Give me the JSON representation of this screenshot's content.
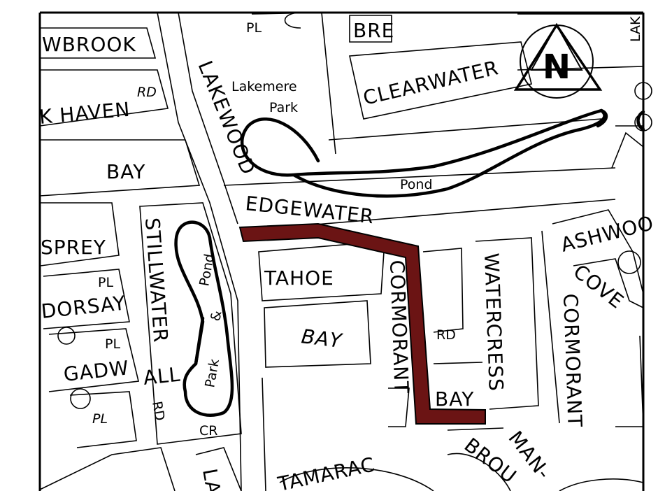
{
  "labels": {
    "wbrook": "WBROOK",
    "pl_top": "PL",
    "bre": "BRE",
    "lak_top": "LAK",
    "clearwater": "CLEARWATER",
    "kvhaven": "K HAVEN",
    "rd_haven": "RD",
    "lakewood": "LAKEWOOD",
    "lakemere": "Lakemere",
    "lakemere_park": "Park",
    "bay_left": "BAY",
    "pond_top": "Pond",
    "edgewater": "EDGEWATER",
    "sprey": "SPREY",
    "stillwater": "STILLWATER",
    "pond_left": "Pond",
    "ampersand": "&",
    "park_left": "Park",
    "tahoe": "TAHOE",
    "bay_mid": "BAY",
    "cormorant_main": "CORMORANT",
    "rd_cormorant": "RD",
    "bay_cormorant": "BAY",
    "watercress": "WATERCRESS",
    "ashwood": "ASHWOO",
    "cove": "COVE",
    "cormorant_right": "CORMORANT",
    "pl_dorsay": "PL",
    "dorsay": "DORSAY",
    "pl_gadw": "PL",
    "gadw": "GADW",
    "all": "ALL",
    "pl_bottom": "PL",
    "rd_all": "RD",
    "cr": "CR",
    "la_bottom": "LA",
    "tamarac": "TAMARAC",
    "brous": "BROU",
    "man": "MAN-",
    "north": "N"
  },
  "colors": {
    "highlight": "#6b1414",
    "line": "#000000",
    "background": "#ffffff"
  },
  "icons": {
    "compass": "north-arrow-icon"
  }
}
